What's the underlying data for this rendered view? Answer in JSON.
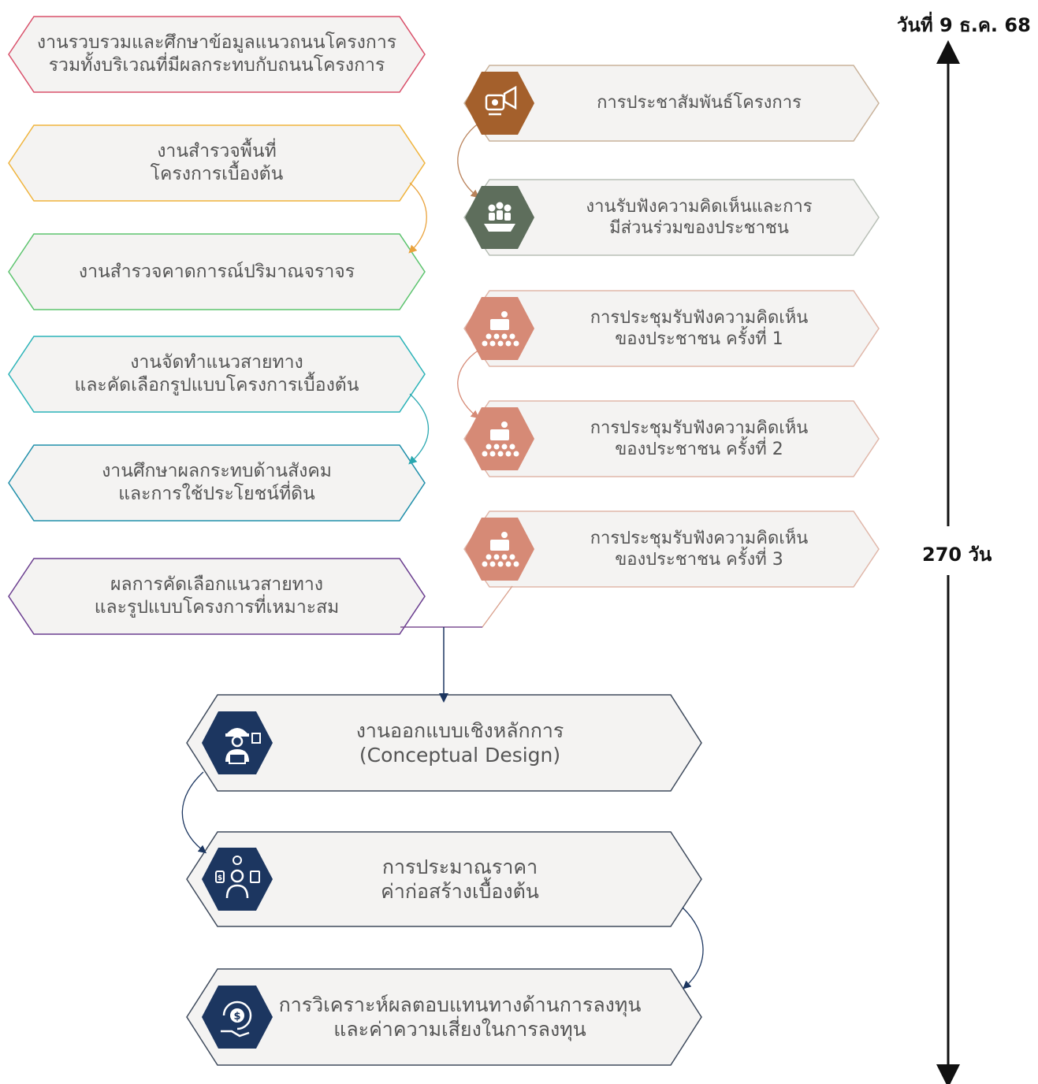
{
  "timeline": {
    "date_label": "วันที่ 9 ธ.ค. 68",
    "duration_label": "270 วัน"
  },
  "left_column": [
    {
      "line1": "งานรวบรวมและศึกษาข้อมูลแนวถนนโครงการ",
      "line2": "รวมทั้งบริเวณที่มีผลกระทบกับถนนโครงการ",
      "color": "#d9506a"
    },
    {
      "line1": "งานสำรวจพื้นที่",
      "line2": "โครงการเบื้องต้น",
      "color": "#f0b43c"
    },
    {
      "line1": "งานสำรวจคาดการณ์ปริมาณจราจร",
      "line2": "",
      "color": "#5cc46e"
    },
    {
      "line1": "งานจัดทำแนวสายทาง",
      "line2": "และคัดเลือกรูปแบบโครงการเบื้องต้น",
      "color": "#2ab3b8"
    },
    {
      "line1": "งานศึกษาผลกระทบด้านสังคม",
      "line2": "และการใช้ประโยชน์ที่ดิน",
      "color": "#1f8faa"
    },
    {
      "line1": "ผลการคัดเลือกแนวสายทาง",
      "line2": "และรูปแบบโครงการที่เหมาะสม",
      "color": "#6a3d8f"
    }
  ],
  "middle_column": [
    {
      "line1": "การประชาสัมพันธ์โครงการ",
      "line2": "",
      "icon": "megaphone-icon",
      "icon_color": "#a4602c"
    },
    {
      "line1": "งานรับฟังความคิดเห็นและการ",
      "line2": "มีส่วนร่วมของประชาชน",
      "icon": "meeting-icon",
      "icon_color": "#5e6e5c"
    },
    {
      "line1": "การประชุมรับฟังความคิดเห็น",
      "line2": "ของประชาชน ครั้งที่ 1",
      "icon": "audience-icon",
      "icon_color": "#d68a76"
    },
    {
      "line1": "การประชุมรับฟังความคิดเห็น",
      "line2": "ของประชาชน ครั้งที่ 2",
      "icon": "audience-icon",
      "icon_color": "#d68a76"
    },
    {
      "line1": "การประชุมรับฟังความคิดเห็น",
      "line2": "ของประชาชน ครั้งที่ 3",
      "icon": "audience-icon",
      "icon_color": "#d68a76"
    }
  ],
  "bottom_column": [
    {
      "line1": "งานออกแบบเชิงหลักการ",
      "line2": "(Conceptual Design)",
      "icon": "engineer-icon",
      "icon_color": "#1c3660"
    },
    {
      "line1": "การประมาณราคา",
      "line2": "ค่าก่อสร้างเบื้องต้น",
      "icon": "cost-estimator-icon",
      "icon_color": "#1c3660"
    },
    {
      "line1": "การวิเคราะห์ผลตอบแทนทางด้านการลงทุน",
      "line2": "และค่าความเสี่ยงในการลงทุน",
      "icon": "investment-icon",
      "icon_color": "#1c3660"
    }
  ]
}
